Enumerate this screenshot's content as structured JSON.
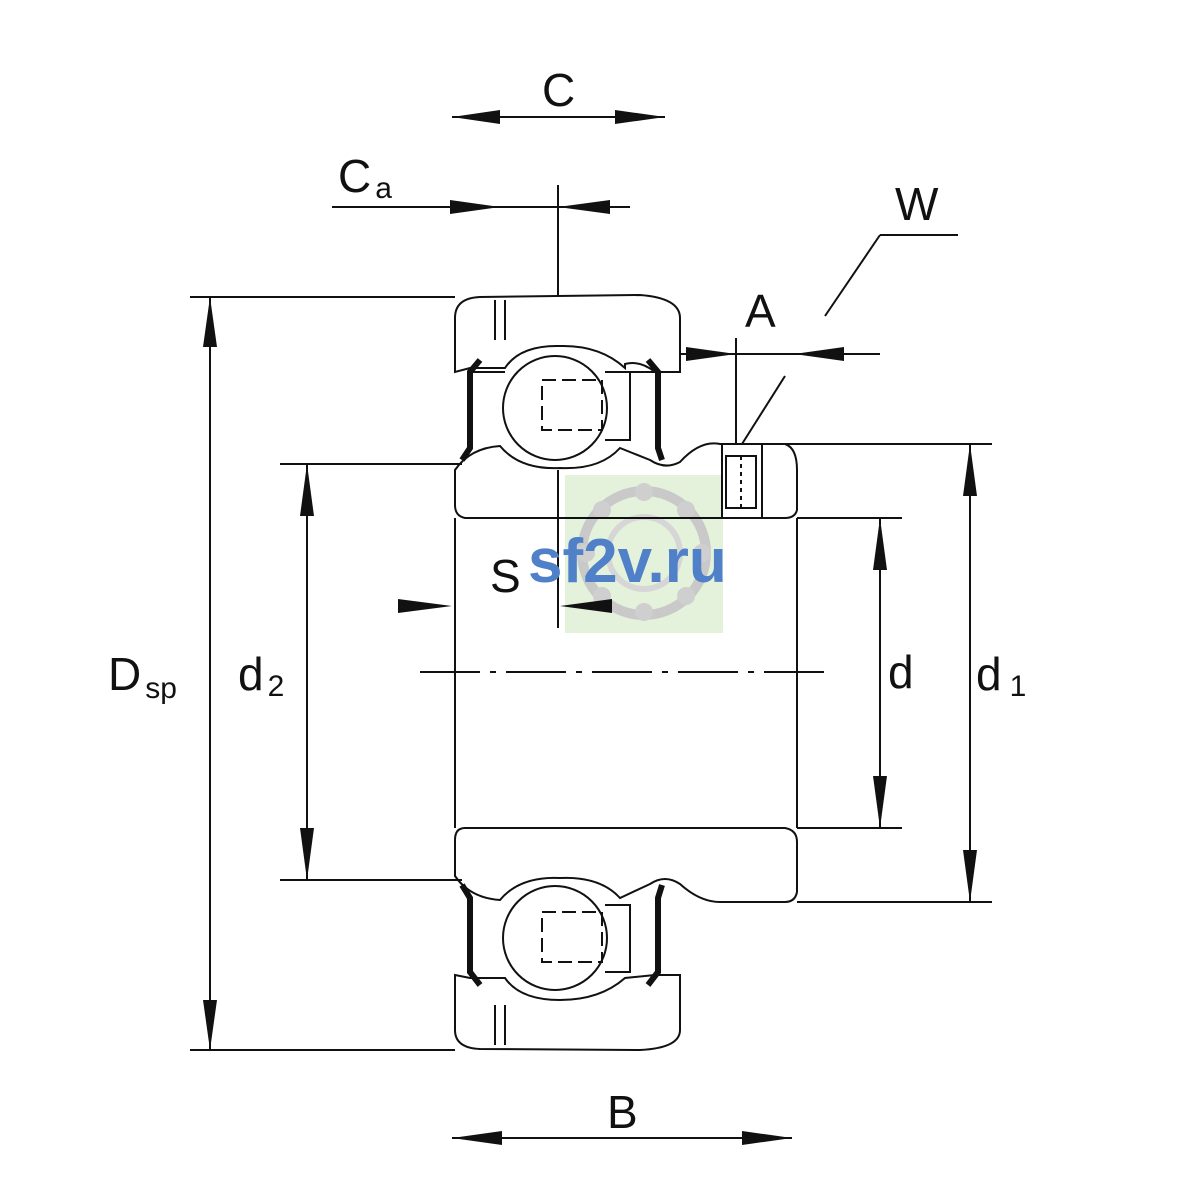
{
  "labels": {
    "C": "C",
    "Ca_main": "C",
    "Ca_sub": "a",
    "W": "W",
    "A": "A",
    "S": "S",
    "Dsp_main": "D",
    "Dsp_sub": "sp",
    "d2_main": "d",
    "d2_sub": "2",
    "d": "d",
    "d1_main": "d",
    "d1_sub": "1",
    "B": "B"
  },
  "watermark": {
    "text": "sf2v.ru",
    "color": "#4f80c8"
  }
}
